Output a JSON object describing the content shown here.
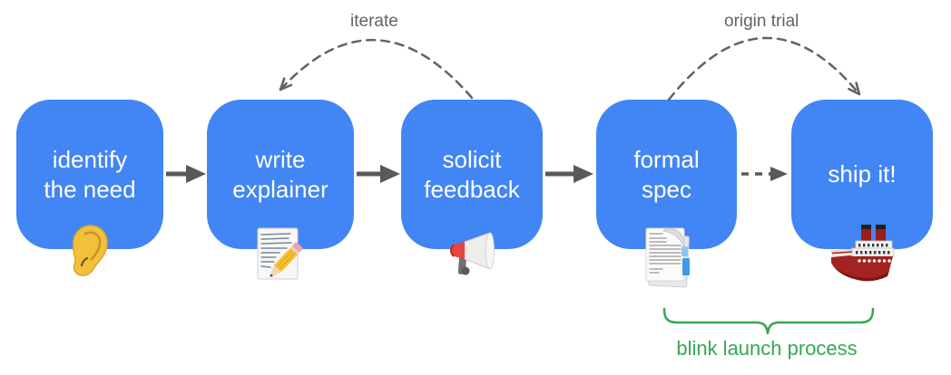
{
  "nodes": [
    {
      "name": "identify-the-need",
      "lines": [
        "identify",
        "the need"
      ],
      "icon": "ear-icon"
    },
    {
      "name": "write-explainer",
      "lines": [
        "write",
        "explainer"
      ],
      "icon": "memo-pencil-icon"
    },
    {
      "name": "solicit-feedback",
      "lines": [
        "solicit",
        "feedback"
      ],
      "icon": "megaphone-icon"
    },
    {
      "name": "formal-spec",
      "lines": [
        "formal",
        "spec"
      ],
      "icon": "document-tabs-icon"
    },
    {
      "name": "ship-it",
      "lines": [
        "ship it!",
        ""
      ],
      "icon": "ship-icon"
    }
  ],
  "labels": {
    "iterate": "iterate",
    "origin_trial": "origin trial",
    "brace": "blink launch process"
  },
  "flow": [
    {
      "from": "identify the need",
      "to": "write explainer",
      "style": "solid-arrow"
    },
    {
      "from": "write explainer",
      "to": "solicit feedback",
      "style": "solid-arrow"
    },
    {
      "from": "solicit feedback",
      "to": "formal spec",
      "style": "solid-arrow"
    },
    {
      "from": "formal spec",
      "to": "ship it!",
      "style": "dashed-arrow"
    },
    {
      "from": "solicit feedback",
      "to": "write explainer",
      "style": "dashed-arc",
      "label": "iterate"
    },
    {
      "from": "formal spec",
      "to": "ship it!",
      "style": "dashed-arc",
      "label": "origin trial"
    }
  ],
  "brace": {
    "spans_from": "formal spec",
    "spans_to": "ship it!"
  },
  "colors": {
    "node_fill": "#4285F4",
    "node_text": "#FFFFFF",
    "arrow_gray": "#595959",
    "annotation_gray": "#5F6368",
    "process_green": "#34A853"
  }
}
